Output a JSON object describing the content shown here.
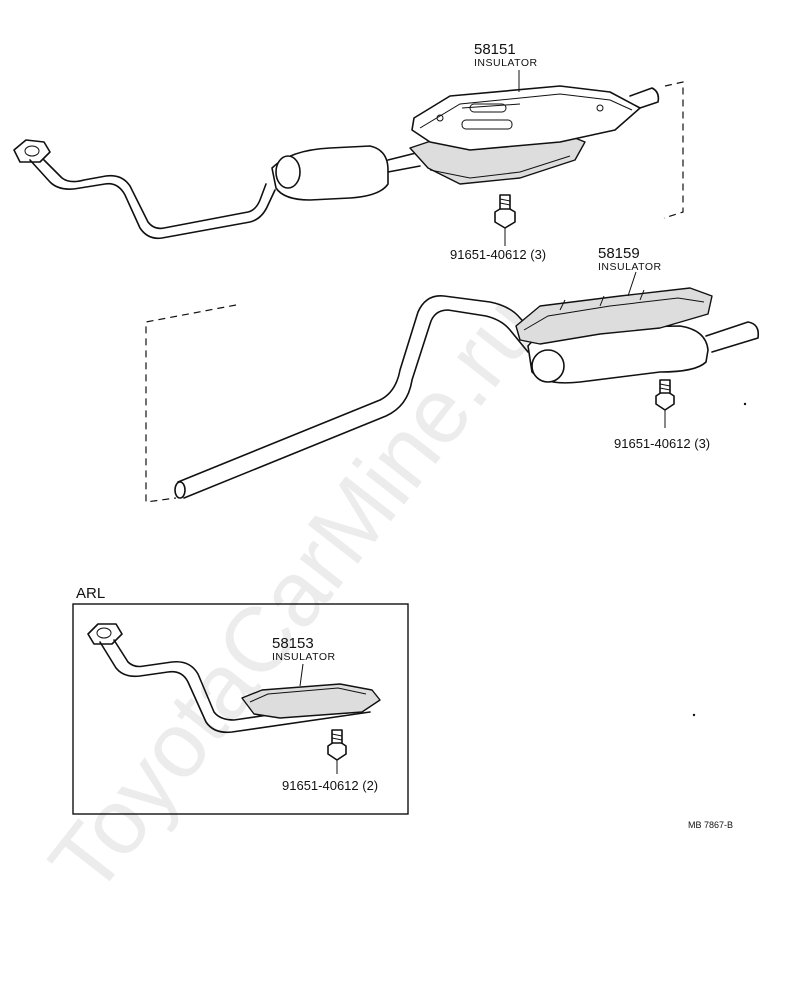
{
  "watermark": "ToyotaCarMine.ru",
  "callouts": {
    "insulator_front": {
      "part_number": "58151",
      "name": "INSULATOR"
    },
    "bolt_front": {
      "label": "91651-40612 (3)"
    },
    "insulator_rear": {
      "part_number": "58159",
      "name": "INSULATOR"
    },
    "bolt_rear": {
      "label": "91651-40612 (3)"
    },
    "insulator_arl": {
      "part_number": "58153",
      "name": "INSULATOR"
    },
    "bolt_arl": {
      "label": "91651-40612 (2)"
    }
  },
  "inset": {
    "label": "ARL"
  },
  "footer": {
    "reference": "MB 7867-B"
  }
}
